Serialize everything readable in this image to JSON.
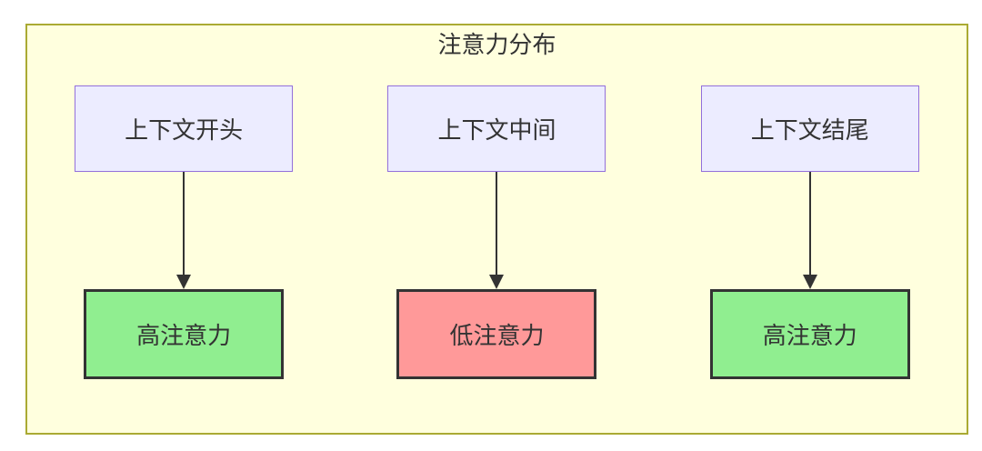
{
  "diagram": {
    "title": "注意力分布",
    "colors": {
      "container_bg": "#ffffde",
      "container_border": "#aaaa33",
      "node_bg": "#ececff",
      "node_border": "#9370db",
      "high_bg": "#90ee90",
      "low_bg": "#ff9999",
      "strong_border": "#333333",
      "arrow": "#333333",
      "text": "#333333"
    },
    "columns": [
      {
        "source": "上下文开头",
        "result": "高注意力",
        "level": "high"
      },
      {
        "source": "上下文中间",
        "result": "低注意力",
        "level": "low"
      },
      {
        "source": "上下文结尾",
        "result": "高注意力",
        "level": "high"
      }
    ]
  }
}
